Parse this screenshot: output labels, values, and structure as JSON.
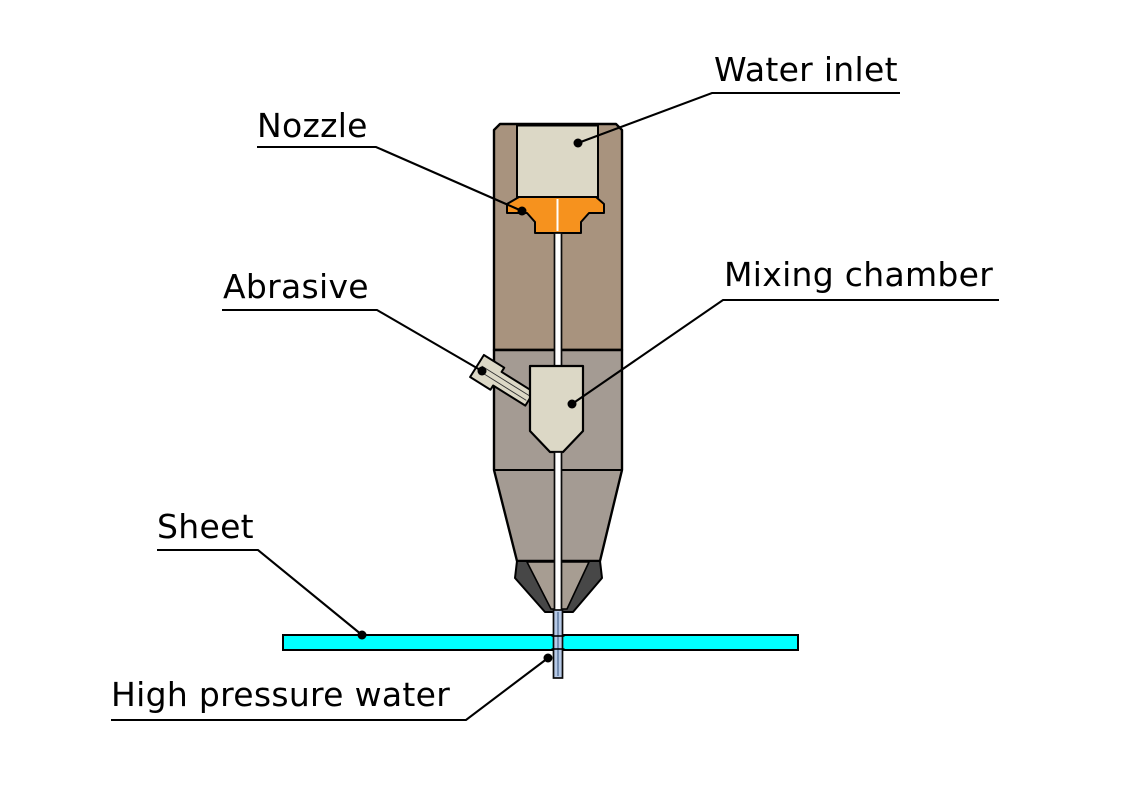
{
  "diagram": {
    "labels": {
      "water_inlet": "Water inlet",
      "nozzle": "Nozzle",
      "abrasive": "Abrasive",
      "mixing_chamber": "Mixing chamber",
      "sheet": "Sheet",
      "high_pressure_water": "High pressure water"
    },
    "colors": {
      "body_upper": "#a8937e",
      "body_lower": "#a49b93",
      "insert_cream": "#dcd8c6",
      "nozzle_orange": "#f6921e",
      "tip_dark": "#474747",
      "tip_inner": "#a79d92",
      "sheet_cyan": "#00ffff",
      "water_jet": "#b6c9e6",
      "outline": "#000000"
    }
  }
}
